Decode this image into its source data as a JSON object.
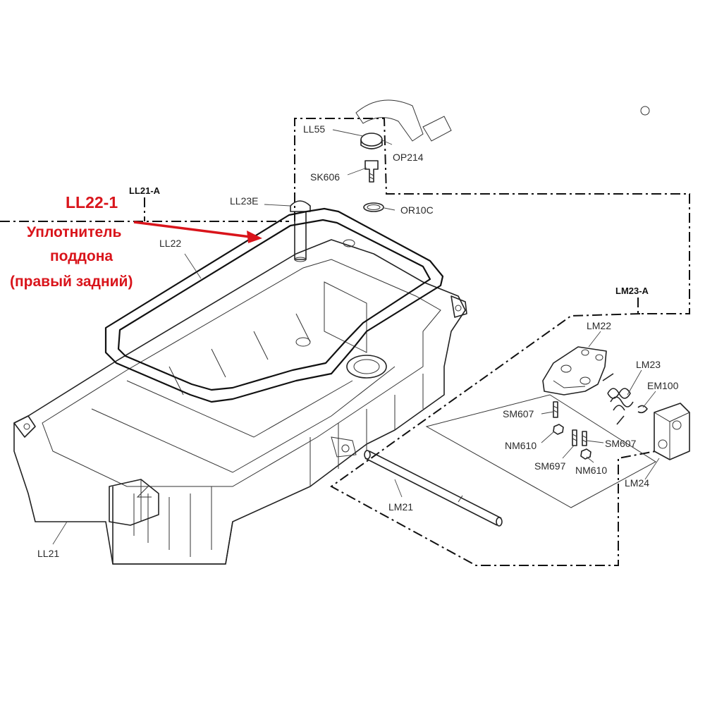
{
  "callout": {
    "code": "LL22-1",
    "line1": "Уплотнитель",
    "line2": "поддона",
    "line3": "(правый задний)",
    "color": "#d9141b"
  },
  "section_refs": {
    "ll21a": "LL21-A",
    "lm23a": "LM23-A"
  },
  "parts": {
    "ll55": "LL55",
    "op214": "OP214",
    "sk606": "SK606",
    "or10c": "OR10C",
    "ll23e": "LL23E",
    "ll22": "LL22",
    "ll21": "LL21",
    "lm22": "LM22",
    "lm23": "LM23",
    "em100": "EM100",
    "sm607_left": "SM607",
    "nm610_left": "NM610",
    "sm697": "SM697",
    "nm610_right": "NM610",
    "sm607_right": "SM607",
    "lm24": "LM24",
    "lm21": "LM21"
  }
}
